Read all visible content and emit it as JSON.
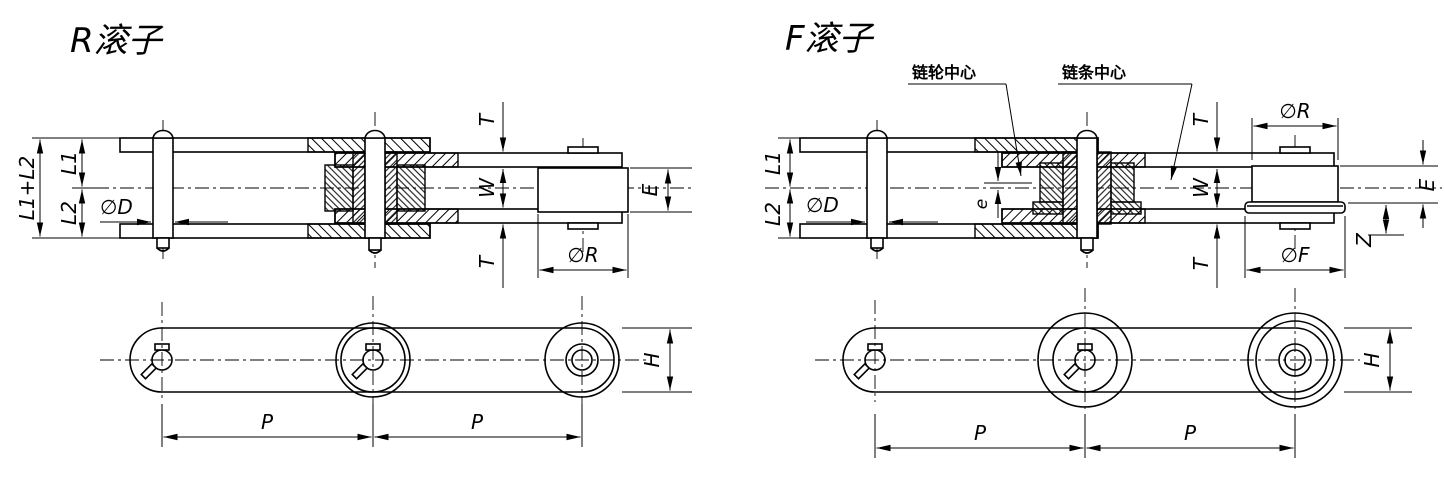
{
  "colors": {
    "line": "#000000",
    "background": "#ffffff"
  },
  "left": {
    "title": "R滚子",
    "labels": {
      "l1_plus_l2": "L1+L2",
      "l1": "L1",
      "l2": "L2",
      "diameter_d": "∅D",
      "thickness_top": "T",
      "width_w": "W",
      "thickness_bottom": "T",
      "width_e": "E",
      "diameter_r": "∅R",
      "pitch_1": "P",
      "pitch_2": "P",
      "height_h": "H"
    }
  },
  "right": {
    "title": "F滚子",
    "annotations": {
      "sprocket_center": "链轮中心",
      "chain_center": "链条中心"
    },
    "labels": {
      "l1": "L1",
      "l2": "L2",
      "diameter_d": "∅D",
      "offset_e": "e",
      "thickness_top": "T",
      "width_w": "W",
      "thickness_bottom": "T",
      "diameter_r": "∅R",
      "width_e": "E",
      "flange_z": "Z",
      "diameter_f": "∅F",
      "pitch_1": "P",
      "pitch_2": "P",
      "height_h": "H"
    }
  }
}
